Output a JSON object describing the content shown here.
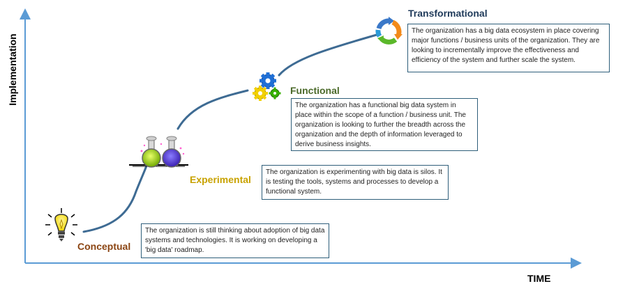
{
  "axes": {
    "y_label": "Implementation",
    "x_label": "TIME"
  },
  "colors": {
    "axis": "#5b9bd5",
    "curve": "#3e6b93",
    "box_border": "#2e5e7a",
    "conceptual": "#8b4513",
    "experimental": "#c8a200",
    "functional": "#4b6a2a",
    "transformational": "#1f3a5a"
  },
  "stages": [
    {
      "id": "conceptual",
      "title": "Conceptual",
      "icon": "lightbulb-icon",
      "description": "The organization is still thinking about adoption of big data systems and technologies. It is working on developing a 'big data' roadmap."
    },
    {
      "id": "experimental",
      "title": "Experimental",
      "icon": "flasks-icon",
      "description": "The organization is experimenting with big data is silos. It is testing the tools, systems and processes to develop a functional system."
    },
    {
      "id": "functional",
      "title": "Functional",
      "icon": "gears-icon",
      "description": "The organization has a functional big data system in place within the scope of a function / business unit. The organization is looking to further the breadth across the organization and the depth of information leveraged to derive business insights."
    },
    {
      "id": "transformational",
      "title": "Transformational",
      "icon": "cycle-arrows-icon",
      "description": "The organization has a big data ecosystem in place covering major functions / business units of the organization. They are looking to incrementally improve the effectiveness and efficiency of the system and further scale the system."
    }
  ]
}
